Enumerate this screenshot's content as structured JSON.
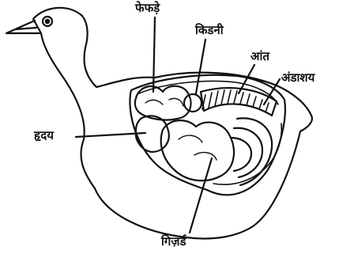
{
  "labels": {
    "lungs": "फेफड़े",
    "kidney": "किडनी",
    "intestine": "आंत",
    "ovary": "अंडाशय",
    "heart": "हृदय",
    "gizzard": "गिज़र्ड"
  },
  "colors": {
    "ink": "#111111",
    "paper": "#ffffff"
  }
}
